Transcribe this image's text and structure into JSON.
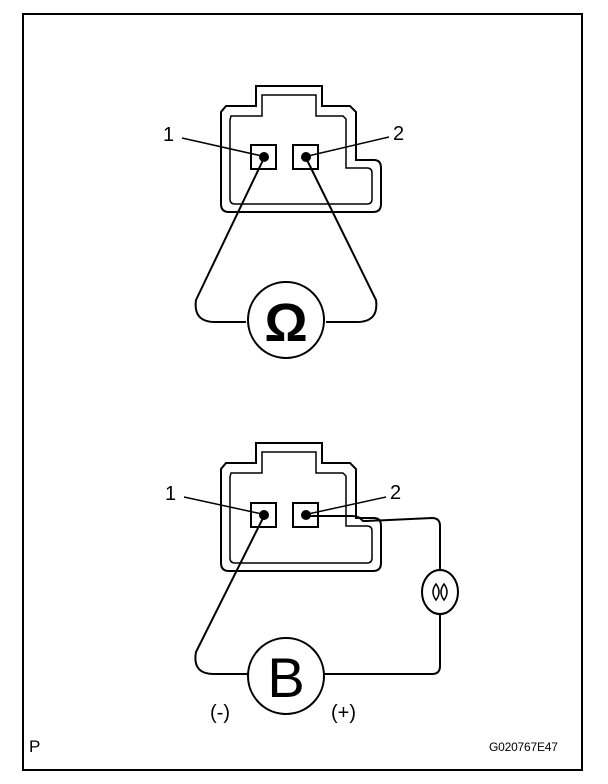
{
  "figure": {
    "panel_letter": "P",
    "code": "G020767E47"
  },
  "top_diagram": {
    "pin_left": "1",
    "pin_right": "2",
    "meter_symbol": "Ω"
  },
  "bottom_diagram": {
    "pin_left": "1",
    "pin_right": "2",
    "battery_symbol": "B",
    "negative_label": "(-)",
    "positive_label": "(+)"
  }
}
